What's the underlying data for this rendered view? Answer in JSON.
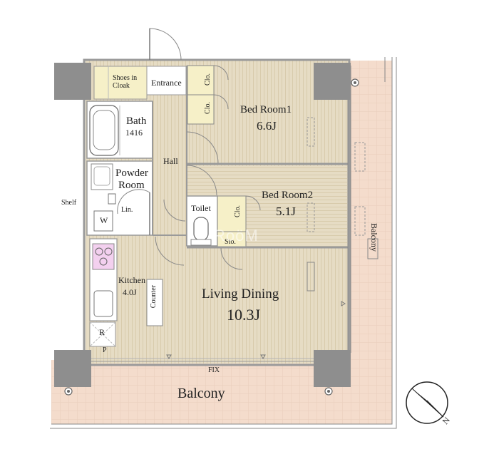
{
  "rooms": {
    "shoes_in_cloak": "Shoes in\nCloak",
    "entrance": "Entrance",
    "bath_name": "Bath",
    "bath_size": "1416",
    "hall": "Hall",
    "powder_room_1": "Powder",
    "powder_room_2": "Room",
    "shelf": "Shelf",
    "lin": "Lin.",
    "w": "W",
    "toilet": "Toilet",
    "sto": "Sto.",
    "bedroom1_name": "Bed Room1",
    "bedroom1_size": "6.6J",
    "bedroom2_name": "Bed Room2",
    "bedroom2_size": "5.1J",
    "kitchen_name": "Kitchen",
    "kitchen_size": "4.0J",
    "counter": "Counter",
    "living_name": "Living Dining",
    "living_size": "10.3J",
    "r": "R",
    "p": "P",
    "fix": "FIX",
    "balcony_bottom": "Balcony",
    "balcony_right": "Balcony",
    "clo_a": "Clo.",
    "clo_b": "Clo.",
    "clo_c": "Clo.",
    "compass_n": "N"
  },
  "watermark": "RoöM",
  "colors": {
    "floor_wood": "#e6dcc4",
    "floor_line": "#d6c9aa",
    "balcony": "#f4dccc",
    "pillar": "#8e8e8e",
    "wall": "#9c9c9c",
    "cloak_fill": "#f6f0c8",
    "wet_fill": "#ffffff"
  }
}
